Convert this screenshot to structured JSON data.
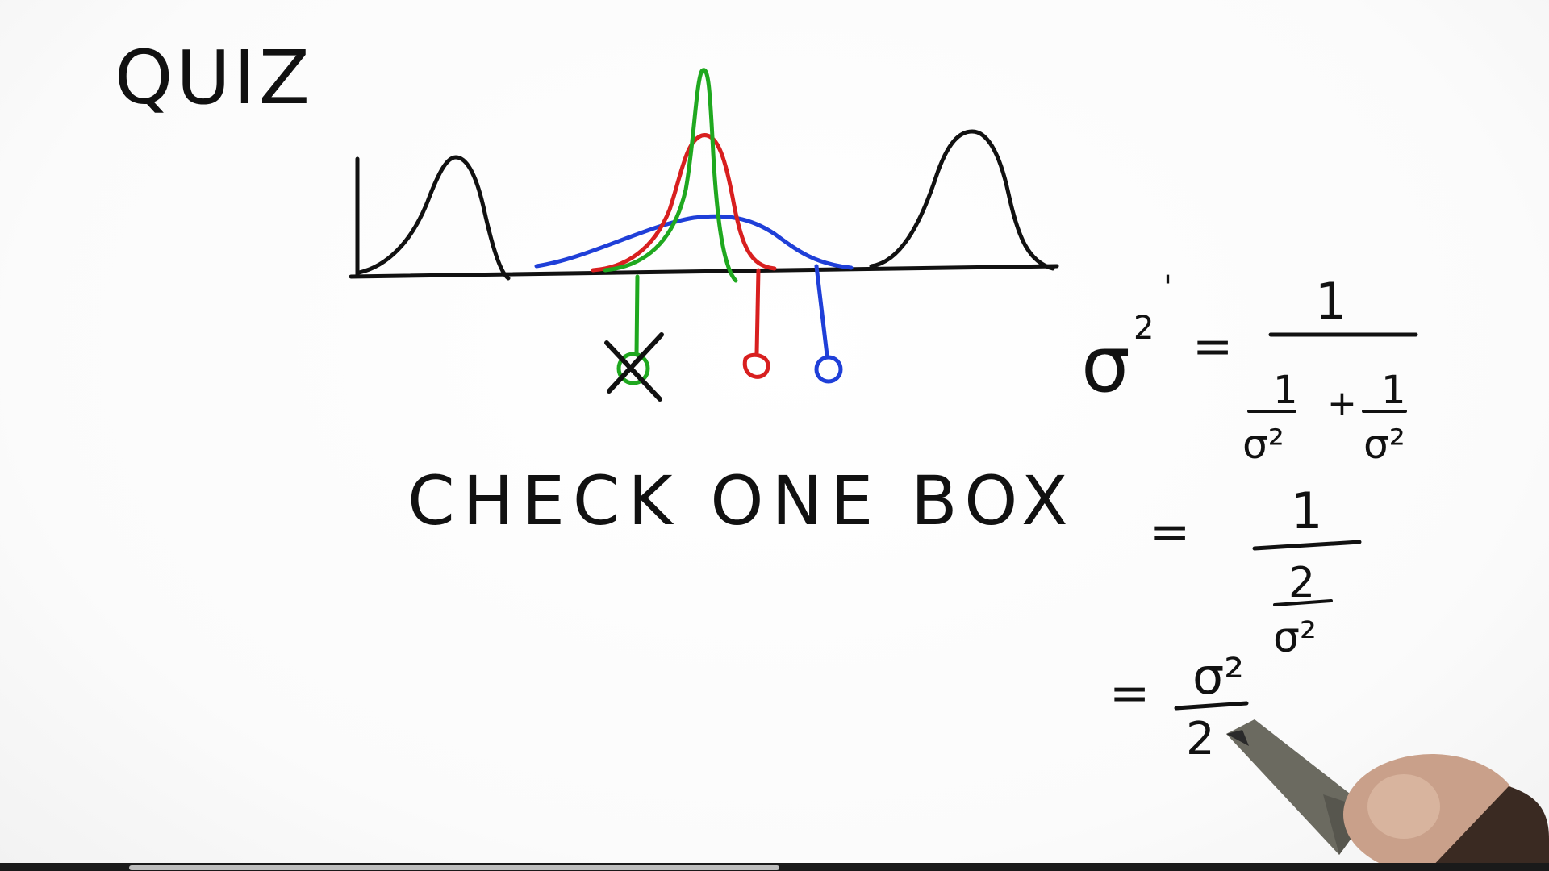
{
  "title": "QUIZ",
  "instruction": "CHECK ONE BOX",
  "formula": {
    "lhs_symbol": "σ",
    "lhs_sup": "2",
    "lhs_prime": "'",
    "equals": "=",
    "line1": {
      "numerator": "1",
      "den_term1_num": "1",
      "den_term1_den": "σ²",
      "plus": "+",
      "den_term2_num": "1",
      "den_term2_den": "σ²"
    },
    "line2": {
      "numerator": "1",
      "den_num": "2",
      "den_den": "σ²"
    },
    "line3": {
      "numerator": "σ²",
      "denominator": "2"
    }
  },
  "checkboxes": [
    {
      "color": "#1fa81f",
      "state": "checked",
      "mark": "X"
    },
    {
      "color": "#d81f1f",
      "state": "unchecked"
    },
    {
      "color": "#1f3fd8",
      "state": "unchecked"
    }
  ],
  "colors": {
    "ink": "#111111",
    "green": "#1fa81f",
    "red": "#d81f1f",
    "blue": "#1f3fd8"
  },
  "video_progress": 0.42
}
